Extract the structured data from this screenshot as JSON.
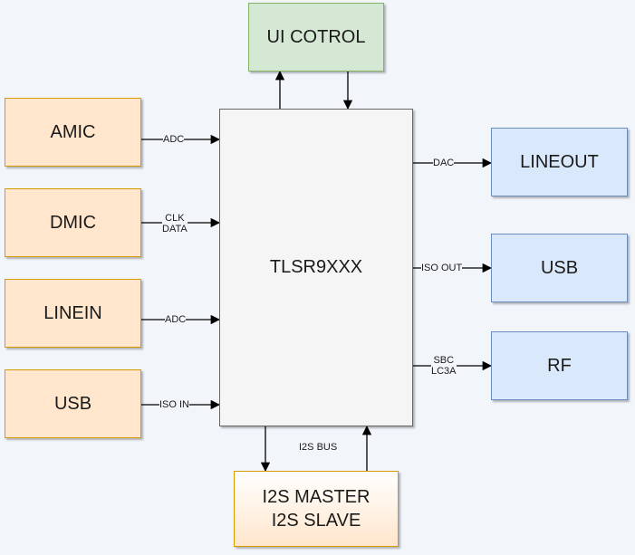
{
  "blocks": {
    "ui_control": "UI COTROL",
    "amic": "AMIC",
    "dmic": "DMIC",
    "linein": "LINEIN",
    "usb_in": "USB",
    "core": "TLSR9XXX",
    "lineout": "LINEOUT",
    "usb_out": "USB",
    "rf": "RF",
    "i2s_master": "I2S MASTER",
    "i2s_slave": "I2S SLAVE"
  },
  "labels": {
    "adc_amic": "ADC",
    "clk": "CLK",
    "data": "DATA",
    "adc_linein": "ADC",
    "iso_in": "ISO IN",
    "dac": "DAC",
    "iso_out": "ISO OUT",
    "sbc": "SBC",
    "lc3a": "LC3A",
    "i2s_bus": "I2S BUS"
  },
  "colors": {
    "input_fill": "#ffe6cc",
    "input_border": "#d79b00",
    "control_fill": "#d5e8d4",
    "control_border": "#82b366",
    "output_fill": "#dae8fc",
    "output_border": "#6c8ebf",
    "core_fill": "#f5f5f5"
  }
}
